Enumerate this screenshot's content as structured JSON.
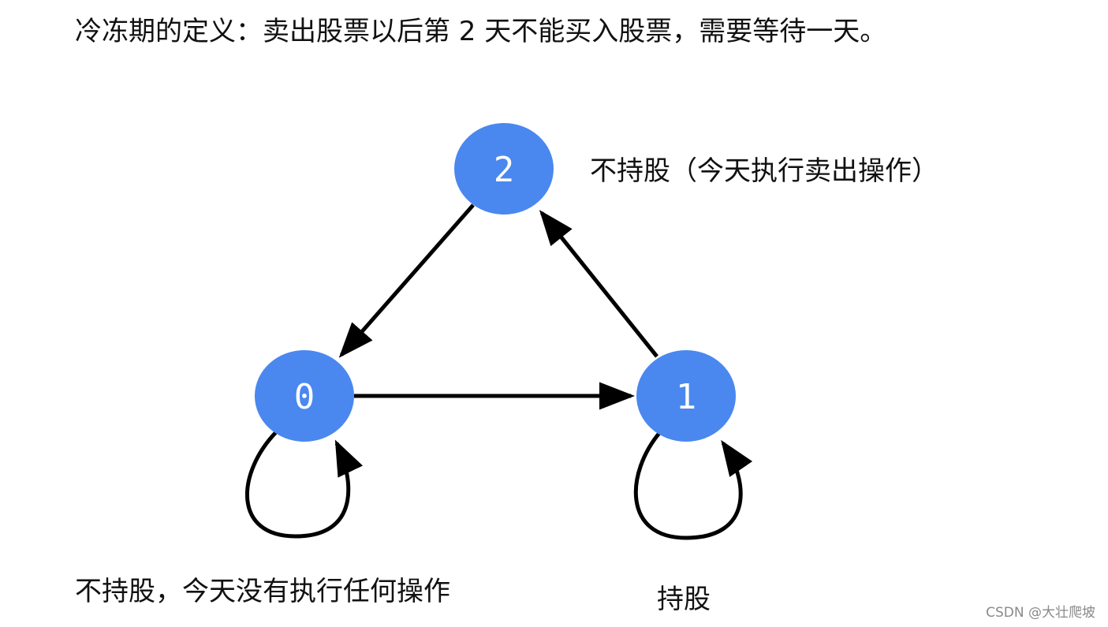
{
  "heading": "冷冻期的定义：卖出股票以后第 2 天不能买入股票，需要等待一天。",
  "nodes": [
    {
      "id": "0",
      "label": "0"
    },
    {
      "id": "1",
      "label": "1"
    },
    {
      "id": "2",
      "label": "2"
    }
  ],
  "edges": [
    {
      "from": "0",
      "to": "1"
    },
    {
      "from": "1",
      "to": "2"
    },
    {
      "from": "2",
      "to": "0"
    },
    {
      "from": "0",
      "to": "0"
    },
    {
      "from": "1",
      "to": "1"
    }
  ],
  "annotations": {
    "node2": "不持股（今天执行卖出操作）",
    "node0": "不持股，今天没有执行任何操作",
    "node1": "持股"
  },
  "watermark": "CSDN @大壮爬坡",
  "colors": {
    "node_fill": "#4a88ef",
    "node_text": "#ffffff",
    "edge": "#000000"
  }
}
